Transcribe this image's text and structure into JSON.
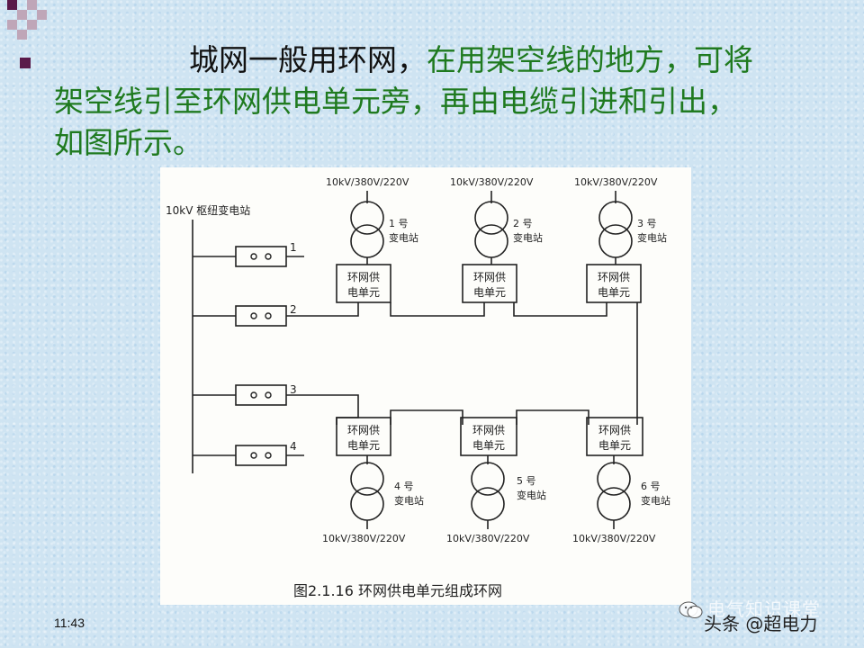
{
  "slide": {
    "heading_part1": "城网一般用环网，",
    "heading_part2": "在用架空线的地方，可将",
    "heading_line2": "架空线引至环网供电单元旁，再由电缆引进和引出，",
    "heading_line3": "如图所示。",
    "time": "11:43",
    "watermark_top": "电气知识课堂",
    "watermark_bottom": "头条 @超电力"
  },
  "diagram": {
    "source_label": "10kV 枢纽变电站",
    "switch_numbers": [
      "1",
      "2",
      "3",
      "4"
    ],
    "unit_label_line1": "环网供",
    "unit_label_line2": "电单元",
    "voltage_label": "10kV/380V/220V",
    "stations_top": [
      {
        "number": "1 号",
        "name": "变电站"
      },
      {
        "number": "2 号",
        "name": "变电站"
      },
      {
        "number": "3 号",
        "name": "变电站"
      }
    ],
    "stations_bottom": [
      {
        "number": "4 号",
        "name": "变电站"
      },
      {
        "number": "5 号",
        "name": "变电站"
      },
      {
        "number": "6 号",
        "name": "变电站"
      }
    ],
    "caption": "图2.1.16  环网供电单元组成环网"
  }
}
